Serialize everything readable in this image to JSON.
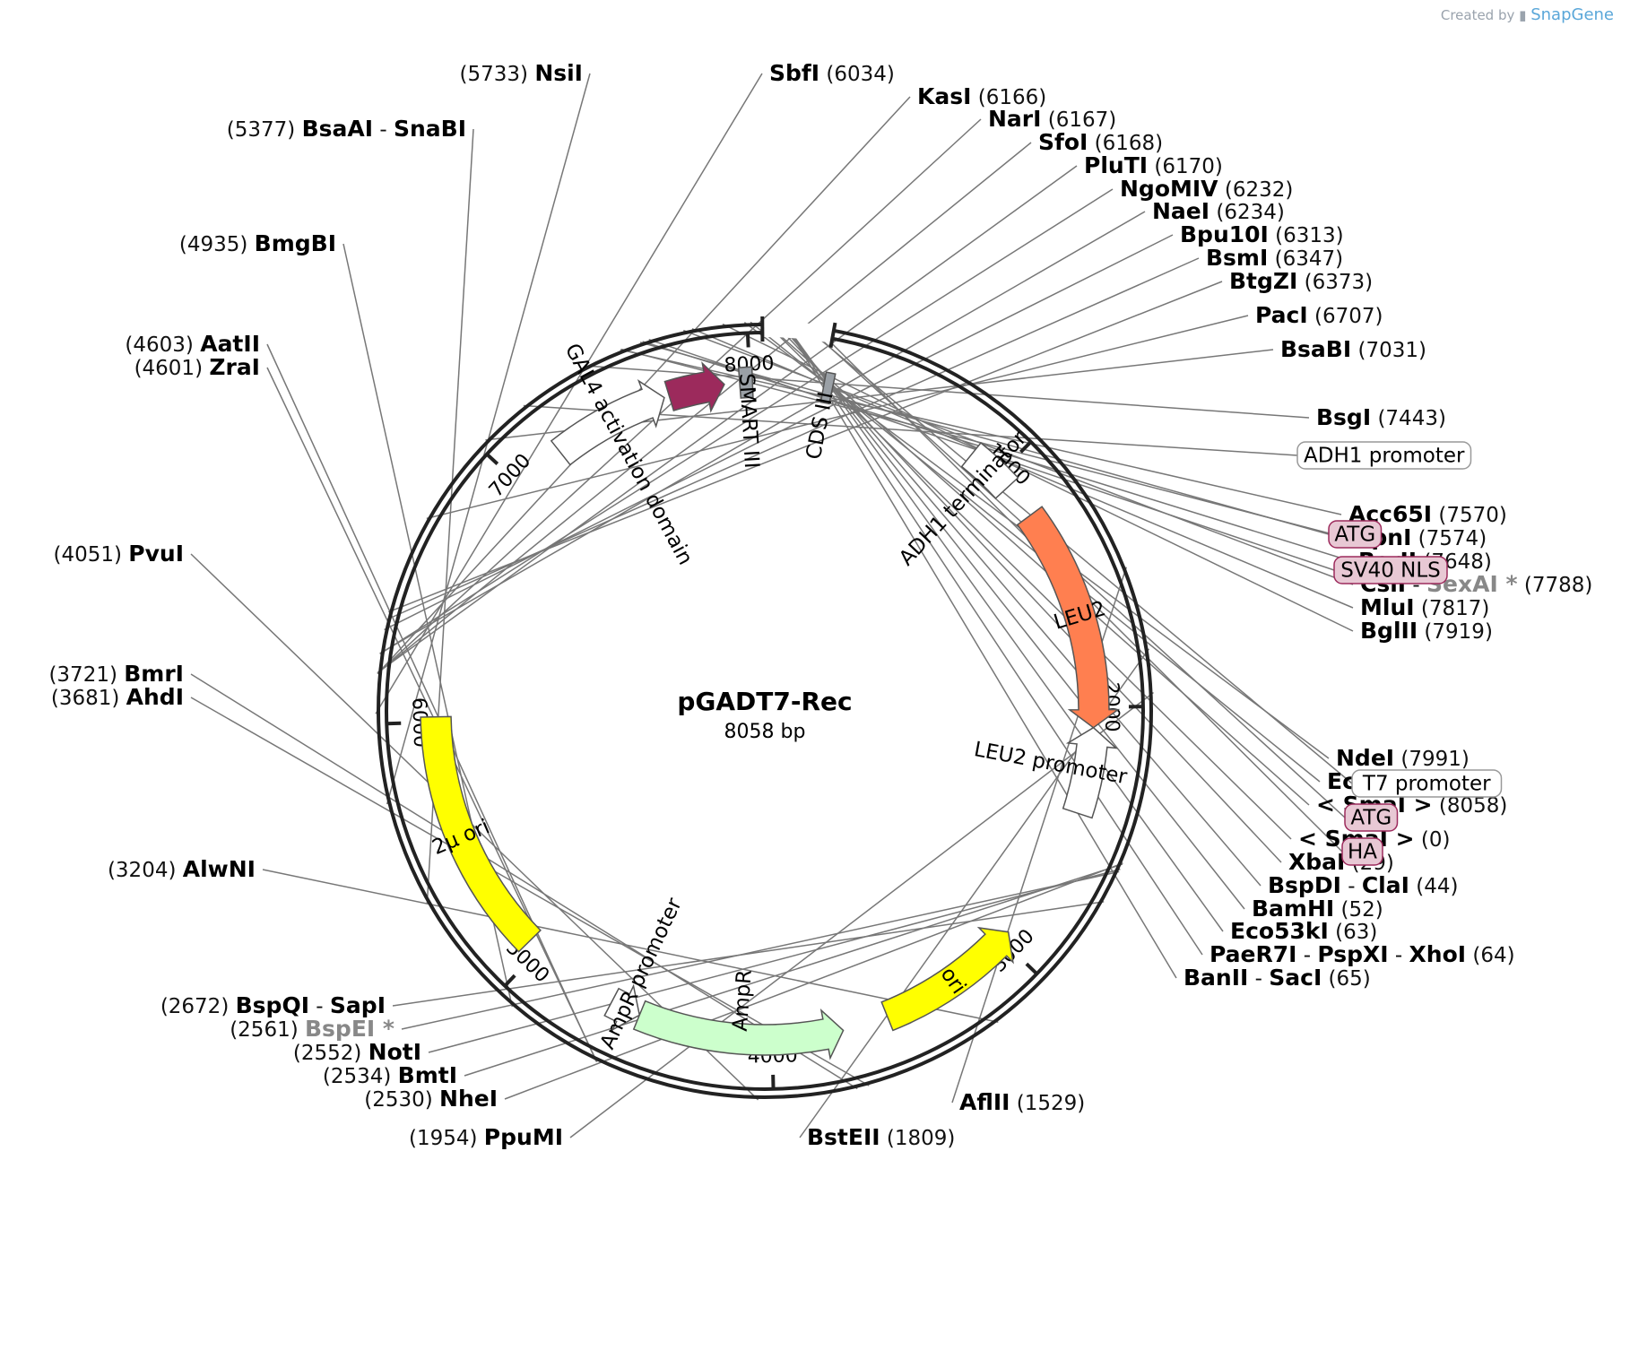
{
  "watermark": {
    "prefix": "Created by",
    "brand": "SnapGene"
  },
  "plasmid": {
    "name": "pGADT7-Rec",
    "size_label": "8058 bp",
    "length": 8058
  },
  "ticks": [
    "1000",
    "2000",
    "3000",
    "4000",
    "5000",
    "6000",
    "7000",
    "8000"
  ],
  "features": [
    {
      "label": "2µ ori",
      "start": 5050,
      "end": 6020,
      "color": "#ffff00",
      "arrow": "none",
      "text_inside": true
    },
    {
      "label": "AmpR promoter",
      "start": 4530,
      "end": 4650,
      "color": "#ffffff",
      "arrow": "ccw"
    },
    {
      "label": "AmpR",
      "start": 3720,
      "end": 4530,
      "color": "#ccffcc",
      "arrow": "ccw"
    },
    {
      "label": "ori",
      "start": 2960,
      "end": 3540,
      "color": "#ffff00",
      "arrow": "ccw",
      "text_inside": true
    },
    {
      "label": "LEU2 promoter",
      "start": 2080,
      "end": 2420,
      "color": "#ffffff",
      "arrow": "ccw"
    },
    {
      "label": "LEU2",
      "start": 1200,
      "end": 2080,
      "color": "#ff7f50",
      "arrow": "cw",
      "text_inside": true
    },
    {
      "label": "ADH1 terminator",
      "start": 870,
      "end": 1060,
      "color": "#ffffff",
      "arrow": "none"
    },
    {
      "label": "GAL4 activation domain",
      "start": 7200,
      "end": 7660,
      "color": "#ffffff",
      "arrow": "cw"
    },
    {
      "label": "GAL4 activation domain",
      "start": 7680,
      "end": 7900,
      "color": "#9c2a5c",
      "arrow": "cw"
    },
    {
      "label": "SMART III",
      "start": 7960,
      "end": 8010,
      "color": "#9aa0a6",
      "arrow": "none"
    },
    {
      "label": "CDS III",
      "start": 230,
      "end": 265,
      "color": "#9aa0a6",
      "arrow": "none"
    }
  ],
  "sites": [
    {
      "pos_label": "(5733)",
      "names": [
        "NsiI"
      ]
    },
    {
      "pos_label": "(5377)",
      "names": [
        "BsaAI",
        "SnaBI"
      ]
    },
    {
      "pos_label": "(4935)",
      "names": [
        "BmgBI"
      ]
    },
    {
      "pos_label": "(4603)",
      "names": [
        "AatII"
      ]
    },
    {
      "pos_label": "(4601)",
      "names": [
        "ZraI"
      ]
    },
    {
      "pos_label": "(4051)",
      "names": [
        "PvuI"
      ]
    },
    {
      "pos_label": "(3721)",
      "names": [
        "BmrI"
      ]
    },
    {
      "pos_label": "(3681)",
      "names": [
        "AhdI"
      ]
    },
    {
      "pos_label": "(3204)",
      "names": [
        "AlwNI"
      ]
    },
    {
      "pos_label": "(2672)",
      "names": [
        "BspQI",
        "SapI"
      ]
    },
    {
      "pos_label": "(2561)",
      "names": [
        "BspEI"
      ],
      "grey": true,
      "star": "*"
    },
    {
      "pos_label": "(2552)",
      "names": [
        "NotI"
      ]
    },
    {
      "pos_label": "(2534)",
      "names": [
        "BmtI"
      ]
    },
    {
      "pos_label": "(2530)",
      "names": [
        "NheI"
      ]
    },
    {
      "pos_label": "(1954)",
      "names": [
        "PpuMI"
      ]
    },
    {
      "pos_label": "(1809)",
      "names": [
        "BstEII"
      ]
    },
    {
      "pos_label": "(1529)",
      "names": [
        "AflII"
      ]
    },
    {
      "pos_label": "(6034)",
      "names": [
        "SbfI"
      ]
    },
    {
      "pos_label": "(6166)",
      "names": [
        "KasI"
      ]
    },
    {
      "pos_label": "(6167)",
      "names": [
        "NarI"
      ]
    },
    {
      "pos_label": "(6168)",
      "names": [
        "SfoI"
      ]
    },
    {
      "pos_label": "(6170)",
      "names": [
        "PluTI"
      ]
    },
    {
      "pos_label": "(6232)",
      "names": [
        "NgoMIV"
      ]
    },
    {
      "pos_label": "(6234)",
      "names": [
        "NaeI"
      ]
    },
    {
      "pos_label": "(6313)",
      "names": [
        "Bpu10I"
      ]
    },
    {
      "pos_label": "(6347)",
      "names": [
        "BsmI"
      ]
    },
    {
      "pos_label": "(6373)",
      "names": [
        "BtgZI"
      ]
    },
    {
      "pos_label": "(6707)",
      "names": [
        "PacI"
      ]
    },
    {
      "pos_label": "(7031)",
      "names": [
        "BsaBI"
      ]
    },
    {
      "pos_label": "(7443)",
      "names": [
        "BsgI"
      ]
    },
    {
      "pos_label": "(7570)",
      "names": [
        "Acc65I"
      ]
    },
    {
      "pos_label": "(7574)",
      "names": [
        "KpnI"
      ]
    },
    {
      "pos_label": "(7648)",
      "names": [
        "RsrII"
      ]
    },
    {
      "pos_label": "(7788)",
      "names": [
        "CsiI",
        "SexAI"
      ],
      "second_grey": true,
      "star": "*"
    },
    {
      "pos_label": "(7817)",
      "names": [
        "MluI"
      ]
    },
    {
      "pos_label": "(7919)",
      "names": [
        "BglII"
      ]
    },
    {
      "pos_label": "(7991)",
      "names": [
        "NdeI"
      ]
    },
    {
      "pos_label": "(8011)",
      "names": [
        "EcoRI"
      ]
    },
    {
      "pos_label": "(8058)",
      "names": [
        "< SmaI >"
      ]
    },
    {
      "pos_label": "(0)",
      "names": [
        "< SmaI >"
      ]
    },
    {
      "pos_label": "(29)",
      "names": [
        "XbaI"
      ]
    },
    {
      "pos_label": "(44)",
      "names": [
        "BspDI",
        "ClaI"
      ]
    },
    {
      "pos_label": "(52)",
      "names": [
        "BamHI"
      ]
    },
    {
      "pos_label": "(63)",
      "names": [
        "Eco53kI"
      ]
    },
    {
      "pos_label": "(64)",
      "names": [
        "PaeR7I",
        "PspXI",
        "XhoI"
      ]
    },
    {
      "pos_label": "(65)",
      "names": [
        "BanII",
        "SacI"
      ]
    }
  ],
  "boxed_labels": [
    {
      "text": "ADH1 promoter",
      "fill": "#ffffff",
      "stroke": "#999999"
    },
    {
      "text": "ATG",
      "fill": "#e8c8d4",
      "stroke": "#9c2a5c"
    },
    {
      "text": "SV40 NLS",
      "fill": "#e8c8d4",
      "stroke": "#9c2a5c"
    },
    {
      "text": "T7 promoter",
      "fill": "#ffffff",
      "stroke": "#999999"
    },
    {
      "text": "ATG",
      "fill": "#e8c8d4",
      "stroke": "#9c2a5c"
    },
    {
      "text": "HA",
      "fill": "#e8c8d4",
      "stroke": "#9c2a5c"
    }
  ]
}
